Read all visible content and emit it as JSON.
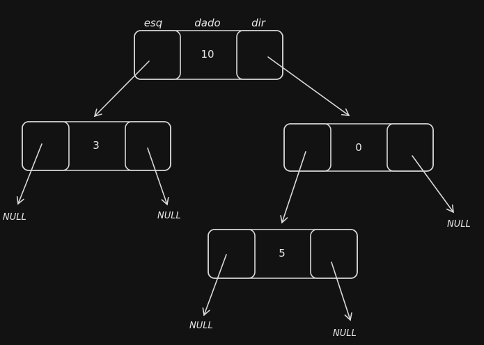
{
  "labels": {
    "left": "esq",
    "data": "dado",
    "right": "dir"
  },
  "nodes": {
    "root": "10",
    "left": "3",
    "right": "0",
    "right_left": "5"
  },
  "nulls": {
    "left_left": "NULL",
    "left_right": "NULL",
    "right_right": "NULL",
    "right_left_left": "NULL",
    "right_left_right": "NULL"
  },
  "colors": {
    "background": "#121212",
    "stroke": "#d9d9d9",
    "text": "#e6e6e6"
  }
}
